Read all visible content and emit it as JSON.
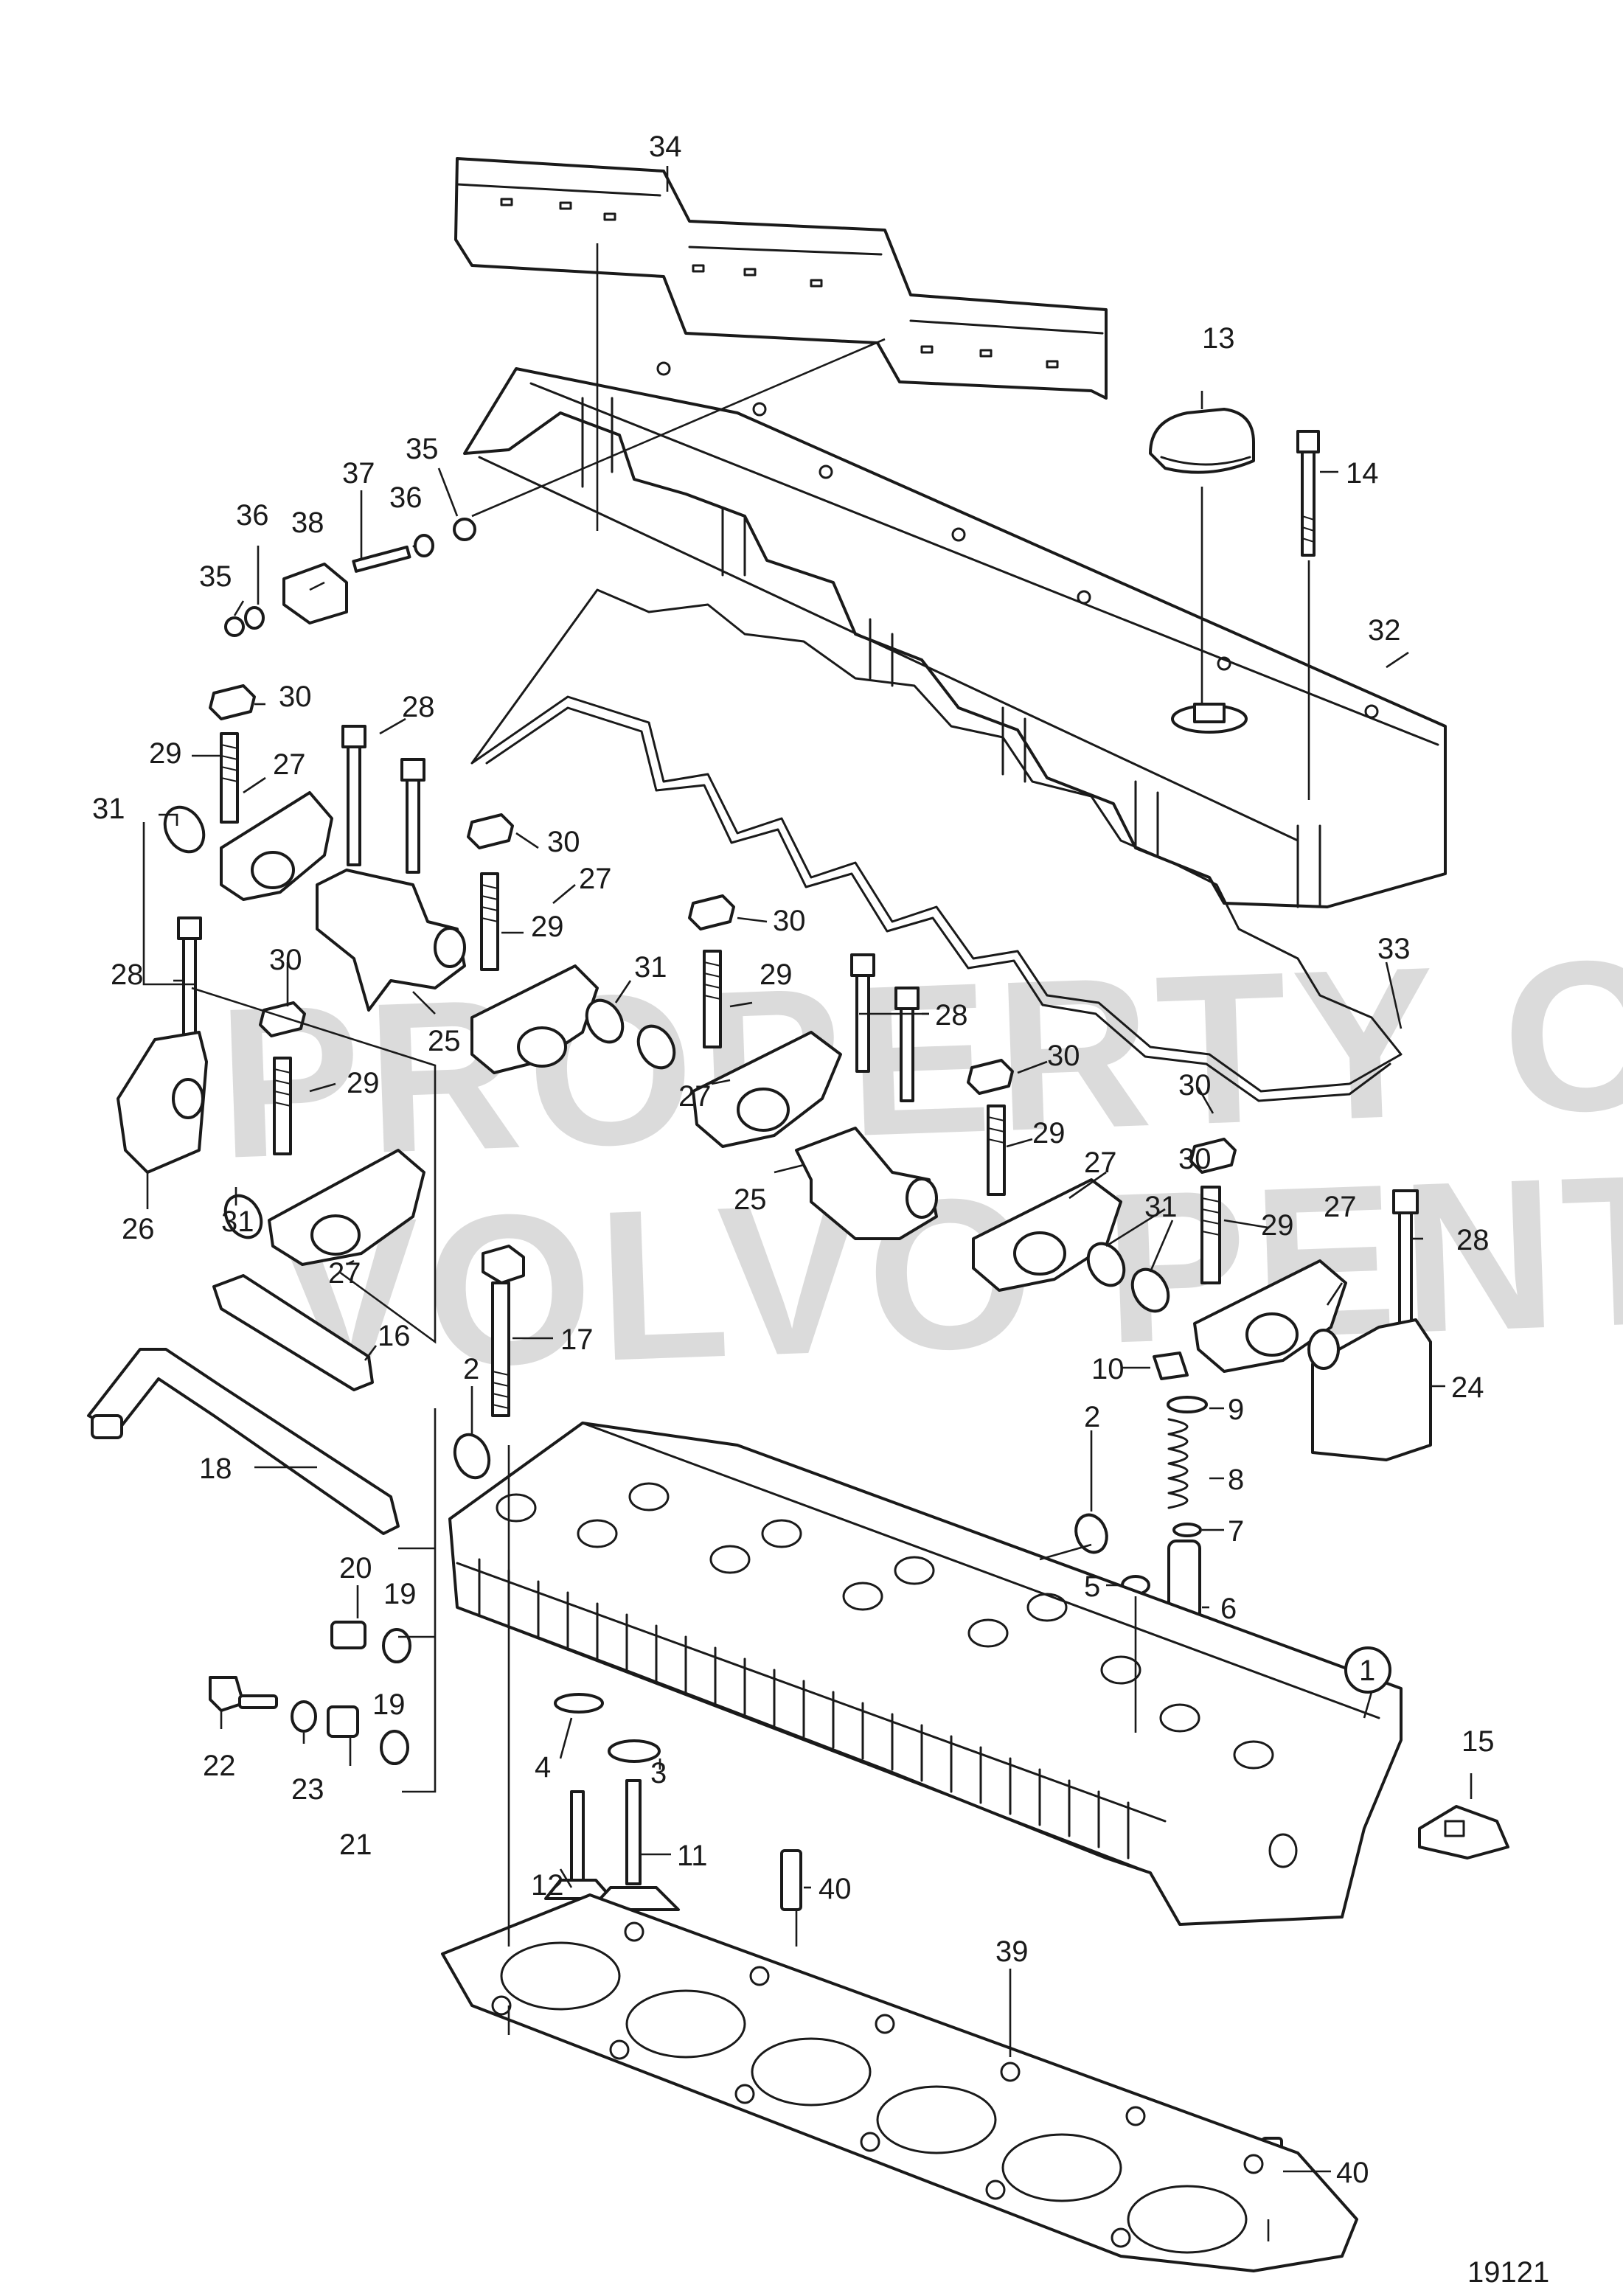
{
  "diagram": {
    "reference_number": "19121",
    "watermark_lines": [
      "PROPERTY OF",
      "VOLVO PENTA"
    ],
    "callouts": [
      {
        "id": "34",
        "label": "34"
      },
      {
        "id": "13",
        "label": "13"
      },
      {
        "id": "14",
        "label": "14"
      },
      {
        "id": "32",
        "label": "32"
      },
      {
        "id": "35a",
        "label": "35"
      },
      {
        "id": "37",
        "label": "37"
      },
      {
        "id": "36a",
        "label": "36"
      },
      {
        "id": "36b",
        "label": "36"
      },
      {
        "id": "38",
        "label": "38"
      },
      {
        "id": "35b",
        "label": "35"
      },
      {
        "id": "30a",
        "label": "30"
      },
      {
        "id": "28a",
        "label": "28"
      },
      {
        "id": "29a",
        "label": "29"
      },
      {
        "id": "27a",
        "label": "27"
      },
      {
        "id": "31a",
        "label": "31"
      },
      {
        "id": "30b",
        "label": "30"
      },
      {
        "id": "27b",
        "label": "27"
      },
      {
        "id": "29b",
        "label": "29"
      },
      {
        "id": "30c",
        "label": "30"
      },
      {
        "id": "33",
        "label": "33"
      },
      {
        "id": "28b",
        "label": "28"
      },
      {
        "id": "30d",
        "label": "30"
      },
      {
        "id": "31b",
        "label": "31"
      },
      {
        "id": "29c",
        "label": "29"
      },
      {
        "id": "25a",
        "label": "25"
      },
      {
        "id": "28c",
        "label": "28"
      },
      {
        "id": "30e",
        "label": "30"
      },
      {
        "id": "29d",
        "label": "29"
      },
      {
        "id": "26",
        "label": "26"
      },
      {
        "id": "31c",
        "label": "31"
      },
      {
        "id": "27c",
        "label": "27"
      },
      {
        "id": "27d",
        "label": "27"
      },
      {
        "id": "25b",
        "label": "25"
      },
      {
        "id": "30f",
        "label": "30"
      },
      {
        "id": "29e",
        "label": "29"
      },
      {
        "id": "27e",
        "label": "27"
      },
      {
        "id": "30g",
        "label": "30"
      },
      {
        "id": "29f",
        "label": "29"
      },
      {
        "id": "31d",
        "label": "31"
      },
      {
        "id": "27f",
        "label": "27"
      },
      {
        "id": "28d",
        "label": "28"
      },
      {
        "id": "17",
        "label": "17"
      },
      {
        "id": "16",
        "label": "16"
      },
      {
        "id": "2a",
        "label": "2"
      },
      {
        "id": "10",
        "label": "10"
      },
      {
        "id": "9",
        "label": "9"
      },
      {
        "id": "24",
        "label": "24"
      },
      {
        "id": "18",
        "label": "18"
      },
      {
        "id": "8",
        "label": "8"
      },
      {
        "id": "2b",
        "label": "2"
      },
      {
        "id": "7",
        "label": "7"
      },
      {
        "id": "5",
        "label": "5"
      },
      {
        "id": "6",
        "label": "6"
      },
      {
        "id": "20",
        "label": "20"
      },
      {
        "id": "19a",
        "label": "19"
      },
      {
        "id": "1",
        "label": "1"
      },
      {
        "id": "19b",
        "label": "19"
      },
      {
        "id": "22",
        "label": "22"
      },
      {
        "id": "23",
        "label": "23"
      },
      {
        "id": "21",
        "label": "21"
      },
      {
        "id": "4",
        "label": "4"
      },
      {
        "id": "3",
        "label": "3"
      },
      {
        "id": "15",
        "label": "15"
      },
      {
        "id": "11",
        "label": "11"
      },
      {
        "id": "12",
        "label": "12"
      },
      {
        "id": "40a",
        "label": "40"
      },
      {
        "id": "39",
        "label": "39"
      },
      {
        "id": "40b",
        "label": "40"
      }
    ]
  }
}
